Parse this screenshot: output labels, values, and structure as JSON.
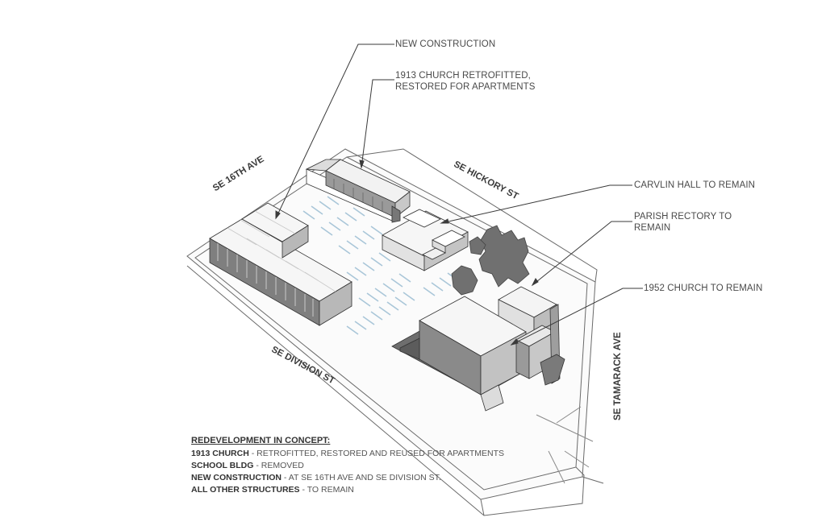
{
  "callouts": {
    "new_construction": "NEW CONSTRUCTION",
    "church_1913_line1": "1913 CHURCH RETROFITTED,",
    "church_1913_line2": "RESTORED FOR APARTMENTS",
    "carvlin_hall": "CARVLIN HALL TO REMAIN",
    "parish_rectory_line1": "PARISH RECTORY  TO",
    "parish_rectory_line2": "REMAIN",
    "church_1952": "1952 CHURCH TO REMAIN"
  },
  "streets": {
    "se_16th": "SE 16TH AVE",
    "se_hickory": "SE HICKORY ST",
    "se_division": "SE DIVISION ST",
    "se_tamarack": "SE TAMARACK AVE"
  },
  "legend": {
    "heading": "REDEVELOPMENT IN CONCEPT:",
    "items": [
      {
        "label": "1913 CHURCH",
        "desc": " - RETROFITTED, RESTORED AND REUSED FOR APARTMENTS"
      },
      {
        "label": "SCHOOL BLDG",
        "desc": " - REMOVED"
      },
      {
        "label": "NEW CONSTRUCTION",
        "desc": " - AT SE 16TH AVE AND SE DIVISION ST."
      },
      {
        "label": "ALL OTHER STRUCTURES",
        "desc": " -  TO REMAIN"
      }
    ]
  },
  "colors": {
    "ink": "#3a3a3a",
    "roof": "#f4f4f4",
    "wall_dark": "#8a8a8a",
    "wall_mid": "#b5b5b5",
    "shadow": "#6f6f6f",
    "parking_line": "#a9c6d8"
  }
}
